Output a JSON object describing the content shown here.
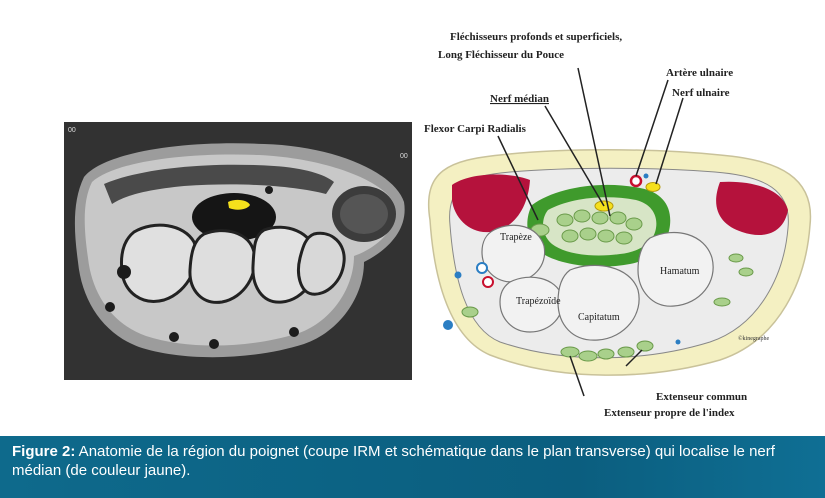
{
  "mri": {
    "corner_left": "00",
    "corner_right": "00"
  },
  "schematic": {
    "labels": {
      "flechisseurs_line1": "Fléchisseurs profonds et superficiels,",
      "flechisseurs_line2": "Long Fléchisseur du Pouce",
      "nerf_median": "Nerf médian",
      "artere_ulnaire": "Artère ulnaire",
      "nerf_ulnaire": "Nerf ulnaire",
      "flexor_carpi_radialis": "Flexor Carpi Radialis",
      "trapeze": "Trapèze",
      "trapezoide": "Trapézoïde",
      "capitatum": "Capitatum",
      "hamatum": "Hamatum",
      "extenseur_commun": "Extenseur commun",
      "extenseur_propre": "Extenseur propre de l'index",
      "signature": "©kinegraphe"
    }
  },
  "caption": {
    "prefix": "Figure 2:",
    "text": " Anatomie de la région du poignet (coupe IRM et schématique dans le plan transverse) qui localise le nerf médian (de couleur jaune)."
  },
  "colors": {
    "caption_bg": "#0e6a8c",
    "nerve": "#f5e01c",
    "tendon_sheath": "#3f9a2c",
    "muscle": "#b5123c",
    "skin": "#f4f0c2"
  }
}
